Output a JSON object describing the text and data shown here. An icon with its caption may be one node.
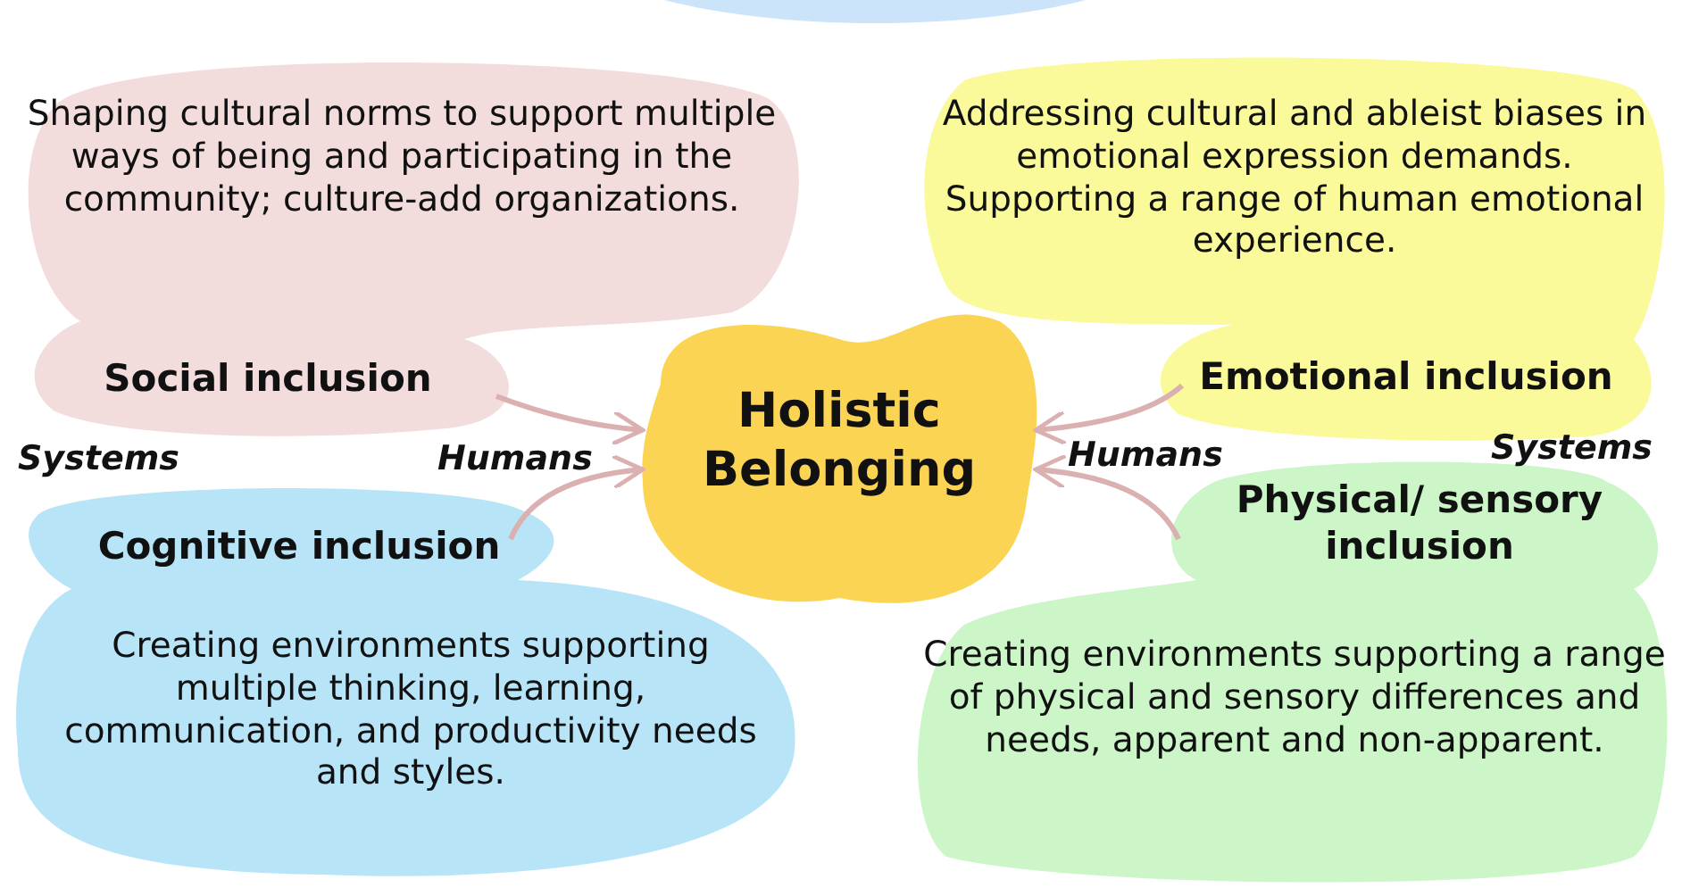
{
  "diagram": {
    "nodes": [
      {
        "text": [
          "Holistic Belonging"
        ]
      },
      {
        "text": [
          "Shaping cultural norms to support multiple ways of being and participating in the community; culture-add organizations.",
          "Social inclusion"
        ]
      },
      {
        "text": [
          "Addressing cultural and ableist biases in emotional expression demands. Supporting a range of human emotional experience.",
          "Emotional inclusion"
        ]
      },
      {
        "text": [
          "Cognitive inclusion",
          "Creating environments supporting multiple thinking, learning, communication, and productivity needs and styles."
        ]
      },
      {
        "text": [
          "Physical/ sensory inclusion",
          "Creating environments supporting a range of physical and sensory differences and needs, apparent and non-apparent."
        ]
      }
    ],
    "edges": [
      {
        "from": 1,
        "to": 0,
        "arrow": "to"
      },
      {
        "from": 2,
        "to": 0,
        "arrow": "to"
      },
      {
        "from": 3,
        "to": 0,
        "arrow": "to"
      },
      {
        "from": 4,
        "to": 0,
        "arrow": "to"
      }
    ],
    "labels": [
      "Systems",
      "Humans",
      "Humans",
      "Systems"
    ]
  }
}
